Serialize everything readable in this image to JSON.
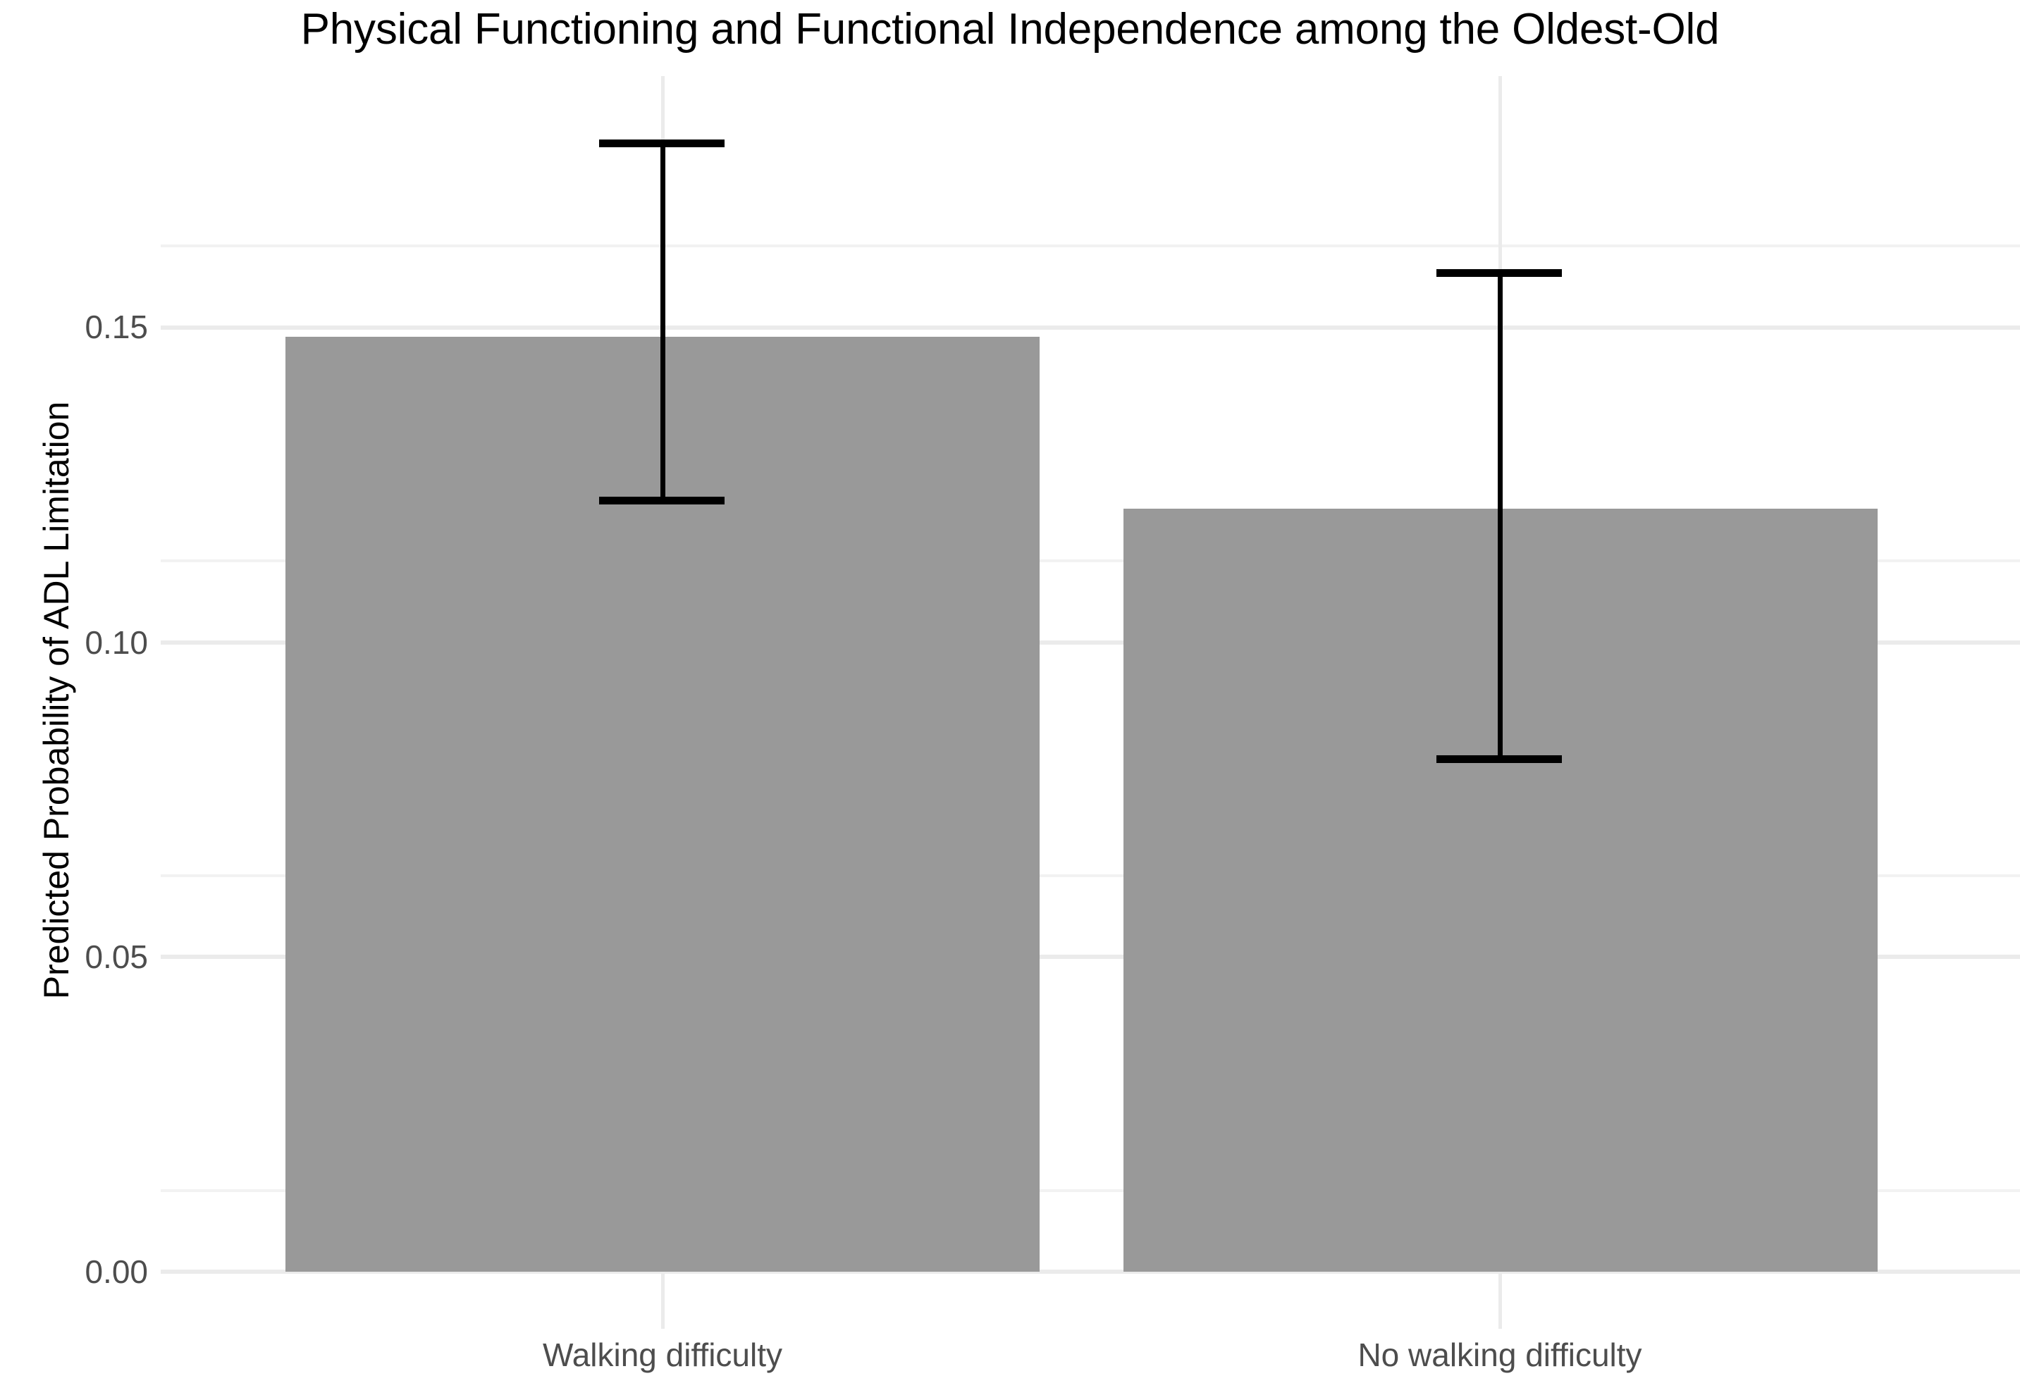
{
  "chart_data": {
    "type": "bar",
    "title": "Physical Functioning and Functional Independence among the Oldest-Old",
    "xlabel": "",
    "ylabel": "Predicted Probability of ADL Limitation",
    "categories": [
      "Walking difficulty",
      "No walking difficulty"
    ],
    "values": [
      0.148,
      0.121
    ],
    "error_low": [
      0.122,
      0.092
    ],
    "error_high": [
      0.179,
      0.158
    ],
    "ylim": [
      0.0,
      0.19
    ],
    "ytick_labels": [
      "0.00",
      "0.05",
      "0.10",
      "0.15"
    ],
    "ytick_values": [
      0.0,
      0.05,
      0.1,
      0.15
    ],
    "minor_gridline_values": [
      0.025,
      0.075,
      0.125,
      0.175
    ],
    "grid": true,
    "legend": "none",
    "bar_color": "#999999",
    "errorbar_color": "#000000",
    "gridline_color": "#ebebeb",
    "minor_gridline_color": "#f2f2f2",
    "panel_background": "#ffffff",
    "axis_text_color": "#4d4d4d",
    "title_color": "#000000"
  }
}
